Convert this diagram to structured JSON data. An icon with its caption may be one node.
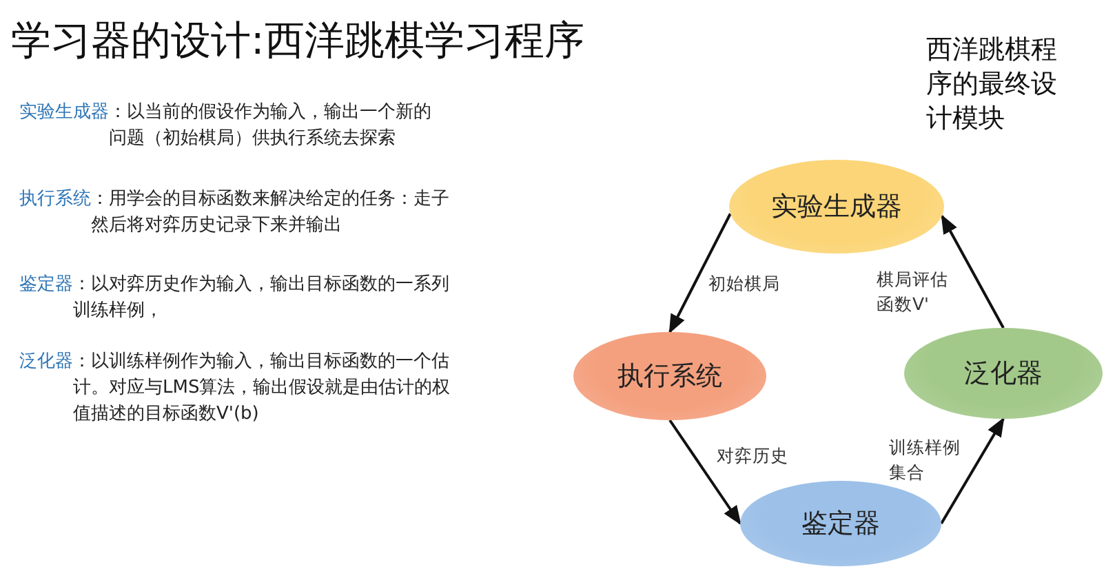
{
  "diagram": {
    "title": "学习器的设计:西洋跳棋学习程序",
    "nodes": [
      {
        "text": [
          "实验生成器"
        ]
      },
      {
        "text": [
          "执行系统"
        ]
      },
      {
        "text": [
          "泛化器"
        ]
      },
      {
        "text": [
          "鉴定器"
        ]
      }
    ],
    "edges": [
      {
        "from": 0,
        "to": 1,
        "arrow": "to",
        "label": "初始棋局"
      },
      {
        "from": 1,
        "to": 3,
        "arrow": "to",
        "label": "对弈历史"
      },
      {
        "from": 3,
        "to": 2,
        "arrow": "to",
        "label": "训练样例集合"
      },
      {
        "from": 2,
        "to": 0,
        "arrow": "to",
        "label": "棋局评估函数V'"
      }
    ],
    "labels": [
      "西洋跳棋程序的最终设计模块",
      "实验生成器",
      "：以当前的假设作为输入，输出一个新的问题（初始棋局）供执行系统去探索",
      "执行系统",
      "：用学会的目标函数来解决给定的任务：走子然后将对弈历史记录下来并输出",
      "鉴定器",
      "：以对弈历史作为输入，输出目标函数的一系列训练样例，",
      "泛化器",
      "：以训练样例作为输入，输出目标函数的一个估计。对应与LMS算法，输出假设就是由估计的权值描述的目标函数V'(b)"
    ]
  }
}
